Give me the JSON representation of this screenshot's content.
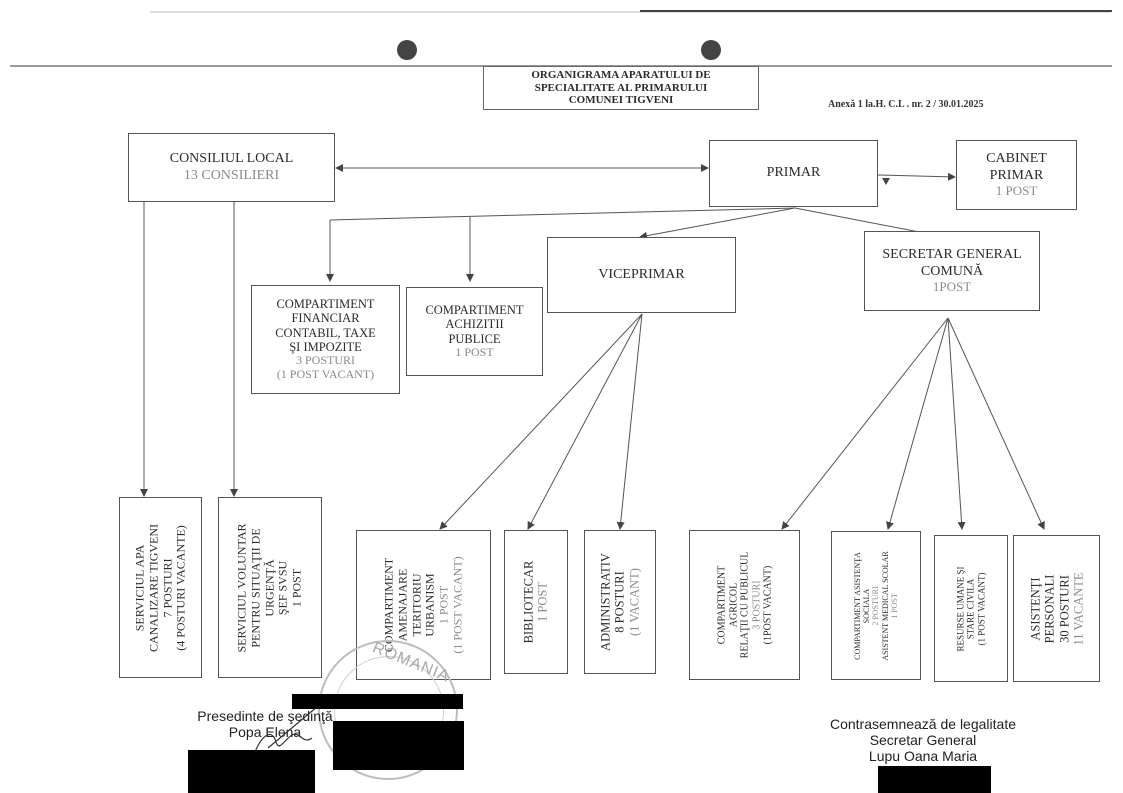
{
  "header": {
    "title_lines": [
      "ORGANIGRAMA APARATULUI DE",
      "SPECIALITATE AL PRIMARULUI",
      "COMUNEI TIGVENI"
    ],
    "annex": "Anexă 1 la.H. C.L . nr. 2 / 30.01.2025"
  },
  "consiliu": {
    "name": "CONSILIUL LOCAL",
    "sub": "13 CONSILIERI"
  },
  "primar": {
    "name": "PRIMAR"
  },
  "cabinet": {
    "l1": "CABINET",
    "l2": "PRIMAR",
    "sub": "1 POST"
  },
  "viceprimar": {
    "name": "VICEPRIMAR"
  },
  "secretar": {
    "l1": "SECRETAR GENERAL",
    "l2": "COMUNĂ",
    "sub": "1POST"
  },
  "financiar": {
    "l1": "COMPARTIMENT",
    "l2": "FINANCIAR",
    "l3": "CONTABIL, TAXE",
    "l4": "ŞI IMPOZITE",
    "s1": "3 POSTURI",
    "s2": "(1 POST VACANT)"
  },
  "achizitii": {
    "l1": "COMPARTIMENT",
    "l2": "ACHIZITII",
    "l3": "PUBLICE",
    "s1": "1 POST"
  },
  "bottom": {
    "apa": {
      "l1": "SERVICIUL APA",
      "l2": "CANALIZARE TIGVENI",
      "s1": "7 POSTURI",
      "s2": "(4 POSTURI VACANTE)"
    },
    "svsu": {
      "l1": "SERVICIUL VOLUNTAR",
      "l2": "PENTRU SITUAŢII DE",
      "l3": "URGENŢĂ",
      "l4": "ŞEF SVSU",
      "l5": "1 POST"
    },
    "urbanism": {
      "l1": "COMPARTIMENT",
      "l2": "AMENAJARE",
      "l3": "TERITORIU",
      "l4": "URBANISM",
      "s1": "1 POST",
      "s2": "(1 POST VACANT)"
    },
    "biblio": {
      "l1": "BIBLIOTECAR",
      "s1": "1 POST"
    },
    "admin": {
      "l1": "ADMINISTRATIV",
      "l2": "8 POSTURI",
      "s1": "(1 VACANT)"
    },
    "agricol": {
      "l1": "COMPARTIMENT",
      "l2": "AGRICOL",
      "l3": "RELAŢII CU PUBLICUL",
      "s1": "3 POSTURI",
      "s2": "(1POST VACANT)"
    },
    "asistenta": {
      "l1": "COMPARTIMENT ASISTENŢA",
      "l2": "SOCIALA",
      "s1": "2 POSTURI",
      "l3": "ASISTENT MEDICAL SCOLAR",
      "s2": "1 POST"
    },
    "resurse": {
      "l1": "RESURSE UMANE ŞI",
      "l2": "STARE CIVILA",
      "s1": "(1 POST VACANT)"
    },
    "personali": {
      "l1": "ASISTENŢI",
      "l2": "PERSONALI",
      "l3": "30 POSTURI",
      "l4": "11 VACANTE"
    }
  },
  "stamp": {
    "text": "ROMANIA"
  },
  "sign_left": {
    "l1": "Presedinte de şedinţă",
    "l2": "Popa Elena"
  },
  "sign_right": {
    "l1": "Contrasemnează de legalitate",
    "l2": "Secretar General",
    "l3": "Lupu Oana Maria"
  },
  "colors": {
    "line": "#555555",
    "grey_text": "#8a8a8a",
    "redaction": "#000000"
  }
}
